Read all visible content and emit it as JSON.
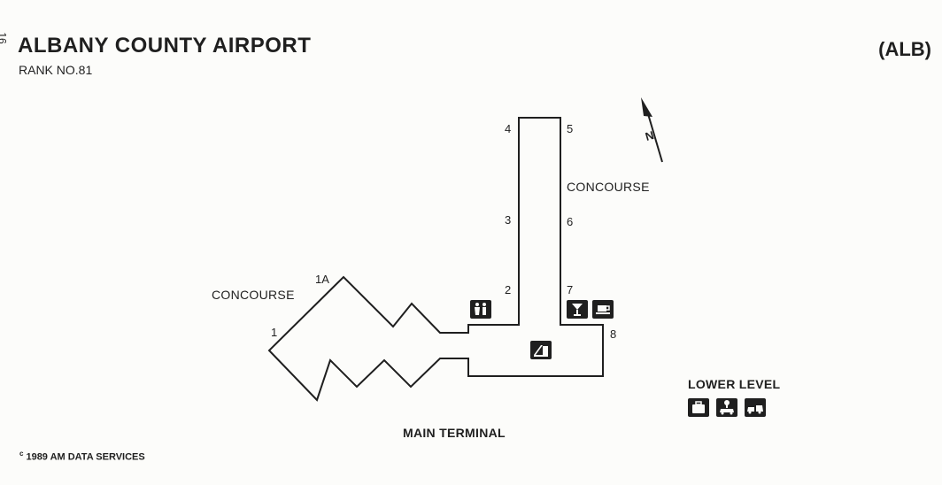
{
  "header": {
    "page_number": "16",
    "title": "ALBANY COUNTY AIRPORT",
    "airport_code": "(ALB)",
    "rank": "RANK NO.81"
  },
  "map": {
    "concourse_left_label": "CONCOURSE",
    "concourse_right_label": "CONCOURSE",
    "main_terminal_label": "MAIN TERMINAL",
    "lower_level_label": "LOWER LEVEL",
    "north_label": "N",
    "gates": [
      "1",
      "1A",
      "2",
      "3",
      "4",
      "5",
      "6",
      "7",
      "8"
    ],
    "icons": {
      "main_level": [
        "restroom-icon",
        "cocktail-lounge-icon",
        "coffee-shop-icon",
        "newsstand-icon"
      ],
      "lower_level": [
        "baggage-claim-icon",
        "car-rental-icon",
        "ground-transportation-icon"
      ]
    },
    "colors": {
      "ink": "#1f1f1f",
      "paper": "#fcfcfa"
    }
  },
  "footer": {
    "copyright_mark": "c",
    "copyright_text": "1989 AM DATA SERVICES"
  }
}
